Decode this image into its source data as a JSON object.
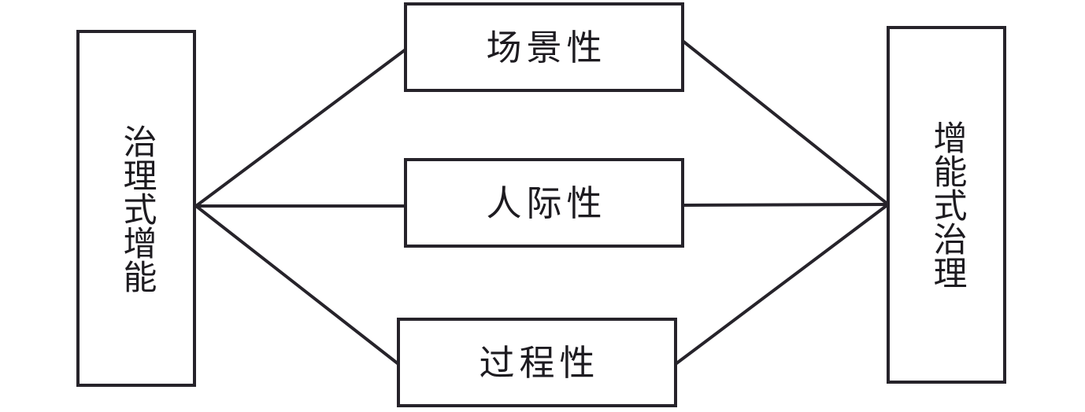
{
  "diagram": {
    "type": "flow-diagram",
    "orientation": "left-to-right",
    "background_color": "#ffffff",
    "stroke_color": "#26232a",
    "text_color": "#1d1b20",
    "stroke_width": 4,
    "nodes": {
      "source": {
        "label": "治理式增能",
        "text_direction": "vertical",
        "role": "source"
      },
      "target": {
        "label": "增能式治理",
        "text_direction": "vertical",
        "role": "target"
      },
      "middle": [
        {
          "label": "场景性",
          "text_direction": "horizontal",
          "role": "mediator"
        },
        {
          "label": "人际性",
          "text_direction": "horizontal",
          "role": "mediator"
        },
        {
          "label": "过程性",
          "text_direction": "horizontal",
          "role": "mediator"
        }
      ]
    },
    "edges": [
      {
        "from": "source",
        "to": "场景性",
        "style": "straight"
      },
      {
        "from": "source",
        "to": "人际性",
        "style": "straight"
      },
      {
        "from": "source",
        "to": "过程性",
        "style": "straight"
      },
      {
        "from": "场景性",
        "to": "target",
        "style": "straight"
      },
      {
        "from": "人际性",
        "to": "target",
        "style": "straight"
      },
      {
        "from": "过程性",
        "to": "target",
        "style": "straight"
      }
    ]
  }
}
